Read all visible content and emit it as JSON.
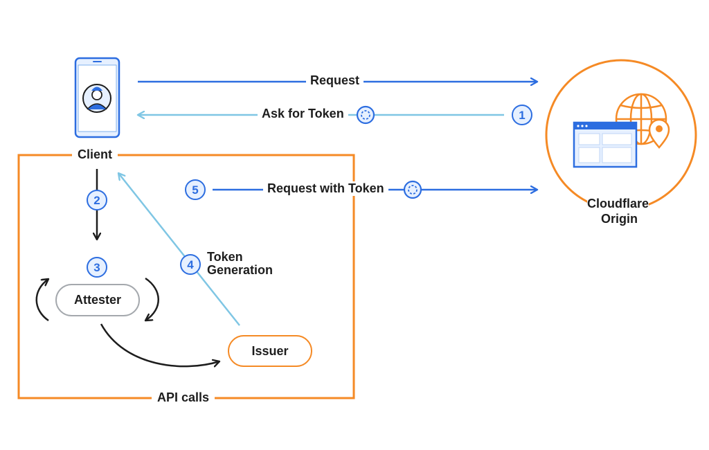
{
  "labels": {
    "request": "Request",
    "ask_for_token": "Ask for Token",
    "request_with_token": "Request with Token",
    "client": "Client",
    "cloudflare_origin_line1": "Cloudflare",
    "cloudflare_origin_line2": "Origin",
    "token_generation_line1": "Token",
    "token_generation_line2": "Generation",
    "attester": "Attester",
    "issuer": "Issuer",
    "api_calls": "API calls"
  },
  "steps": [
    "1",
    "2",
    "3",
    "4",
    "5"
  ],
  "colors": {
    "dark_blue": "#2c6de0",
    "light_blue": "#7fc6e4",
    "orange": "#f58a25",
    "gray": "#a4a8ad",
    "black": "#1d1d1d"
  },
  "icons": [
    "phone-icon",
    "user-avatar-icon",
    "token-icon",
    "globe-icon",
    "browser-window-icon",
    "map-pin-icon"
  ]
}
